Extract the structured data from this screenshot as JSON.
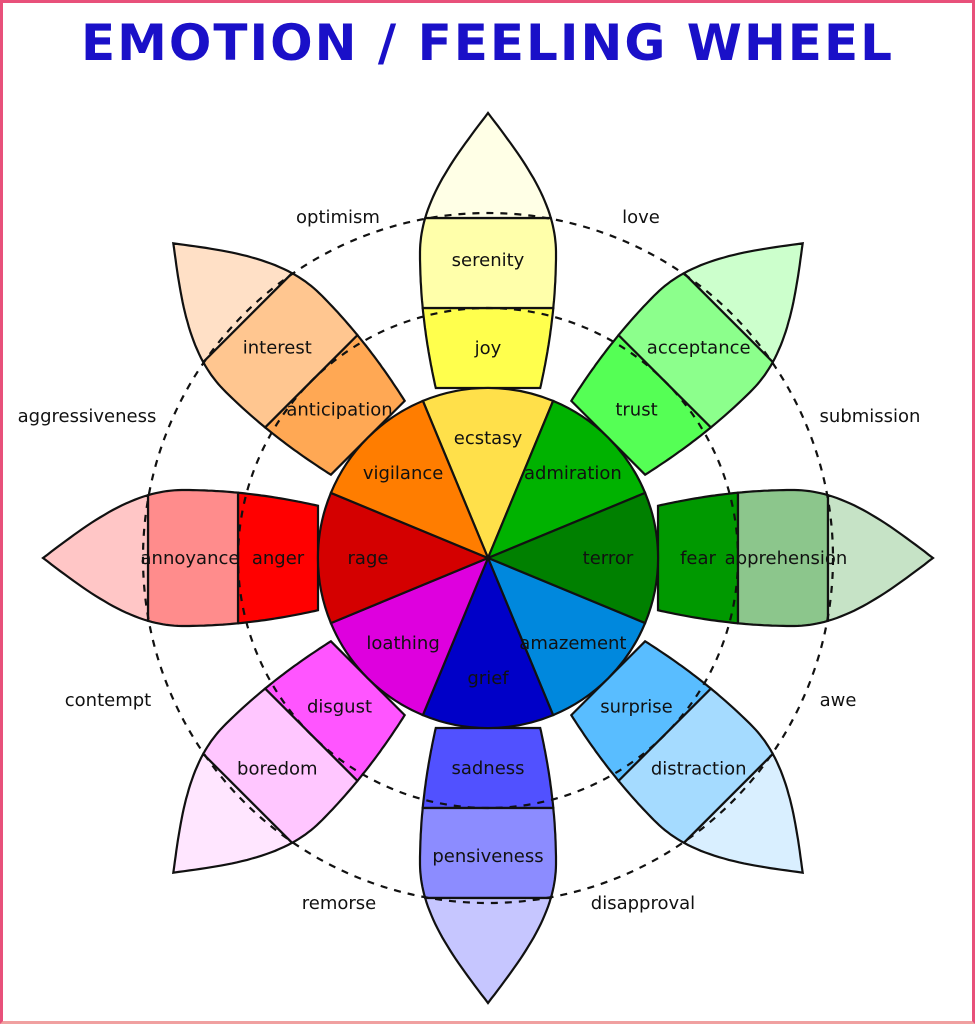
{
  "title": "EMOTION / FEELING WHEEL",
  "petals": [
    {
      "name": "joy-petal",
      "labels": [
        "ecstasy",
        "joy",
        "serenity"
      ],
      "colors": [
        "#ffe04a",
        "#ffff4d",
        "#ffffaa",
        "#ffffe6"
      ]
    },
    {
      "name": "trust-petal",
      "labels": [
        "admiration",
        "trust",
        "acceptance"
      ],
      "colors": [
        "#00b200",
        "#55ff55",
        "#8cff8c",
        "#ccffcc"
      ]
    },
    {
      "name": "fear-petal",
      "labels": [
        "terror",
        "fear",
        "apprehension"
      ],
      "colors": [
        "#008000",
        "#009900",
        "#8cc68c",
        "#c6e3c6"
      ]
    },
    {
      "name": "surprise-petal",
      "labels": [
        "amazement",
        "surprise",
        "distraction"
      ],
      "colors": [
        "#0088dd",
        "#59bdff",
        "#a5dbff",
        "#d9efff"
      ]
    },
    {
      "name": "sadness-petal",
      "labels": [
        "grief",
        "sadness",
        "pensiveness"
      ],
      "colors": [
        "#0000c8",
        "#5151ff",
        "#8c8cff",
        "#c6c6ff"
      ]
    },
    {
      "name": "disgust-petal",
      "labels": [
        "loathing",
        "disgust",
        "boredom"
      ],
      "colors": [
        "#de00de",
        "#ff55ff",
        "#ffc6ff",
        "#ffe6ff"
      ]
    },
    {
      "name": "anger-petal",
      "labels": [
        "rage",
        "anger",
        "annoyance"
      ],
      "colors": [
        "#d40000",
        "#ff0000",
        "#ff8c8c",
        "#ffc6c6"
      ]
    },
    {
      "name": "anticipation-petal",
      "labels": [
        "vigilance",
        "anticipation",
        "interest"
      ],
      "colors": [
        "#ff7d00",
        "#ffa854",
        "#ffc690",
        "#ffe0c6"
      ]
    }
  ],
  "dyads": [
    {
      "label": "love"
    },
    {
      "label": "submission"
    },
    {
      "label": "awe"
    },
    {
      "label": "disapproval"
    },
    {
      "label": "remorse"
    },
    {
      "label": "contempt"
    },
    {
      "label": "aggressiveness"
    },
    {
      "label": "optimism"
    }
  ]
}
